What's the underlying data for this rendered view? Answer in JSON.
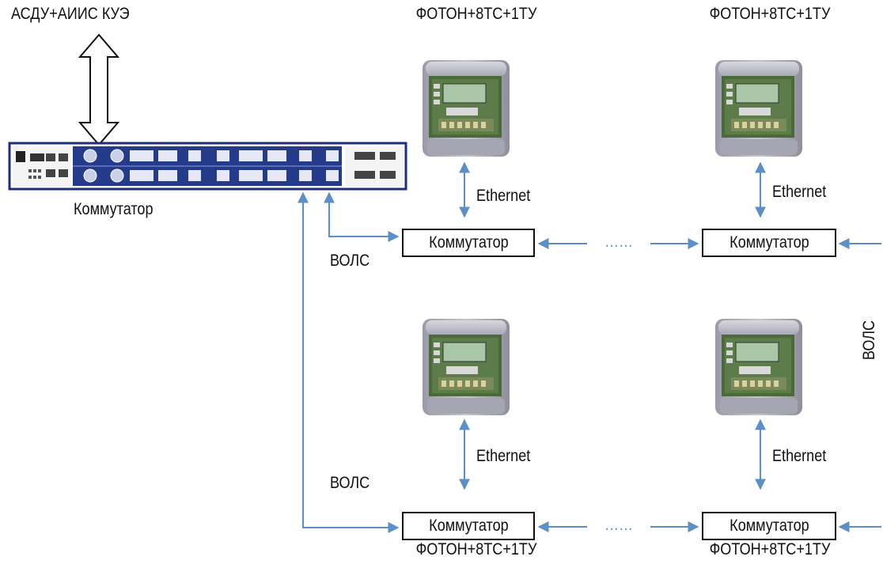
{
  "top_system": "АСДУ+АИИС КУЭ",
  "main_switch_label": "Коммутатор",
  "node_title": "ФОТОН+8ТС+1ТУ",
  "node_switch": "Коммутатор",
  "ethernet_label": "Ethernet",
  "fiber_label": "ВОЛС",
  "dots": "……",
  "colors": {
    "link": "#5b8fc7",
    "device_border": "#1f2e7a",
    "text": "#111111"
  },
  "icons": [
    "double-arrow-icon",
    "rack-switch-icon",
    "meter-icon"
  ]
}
